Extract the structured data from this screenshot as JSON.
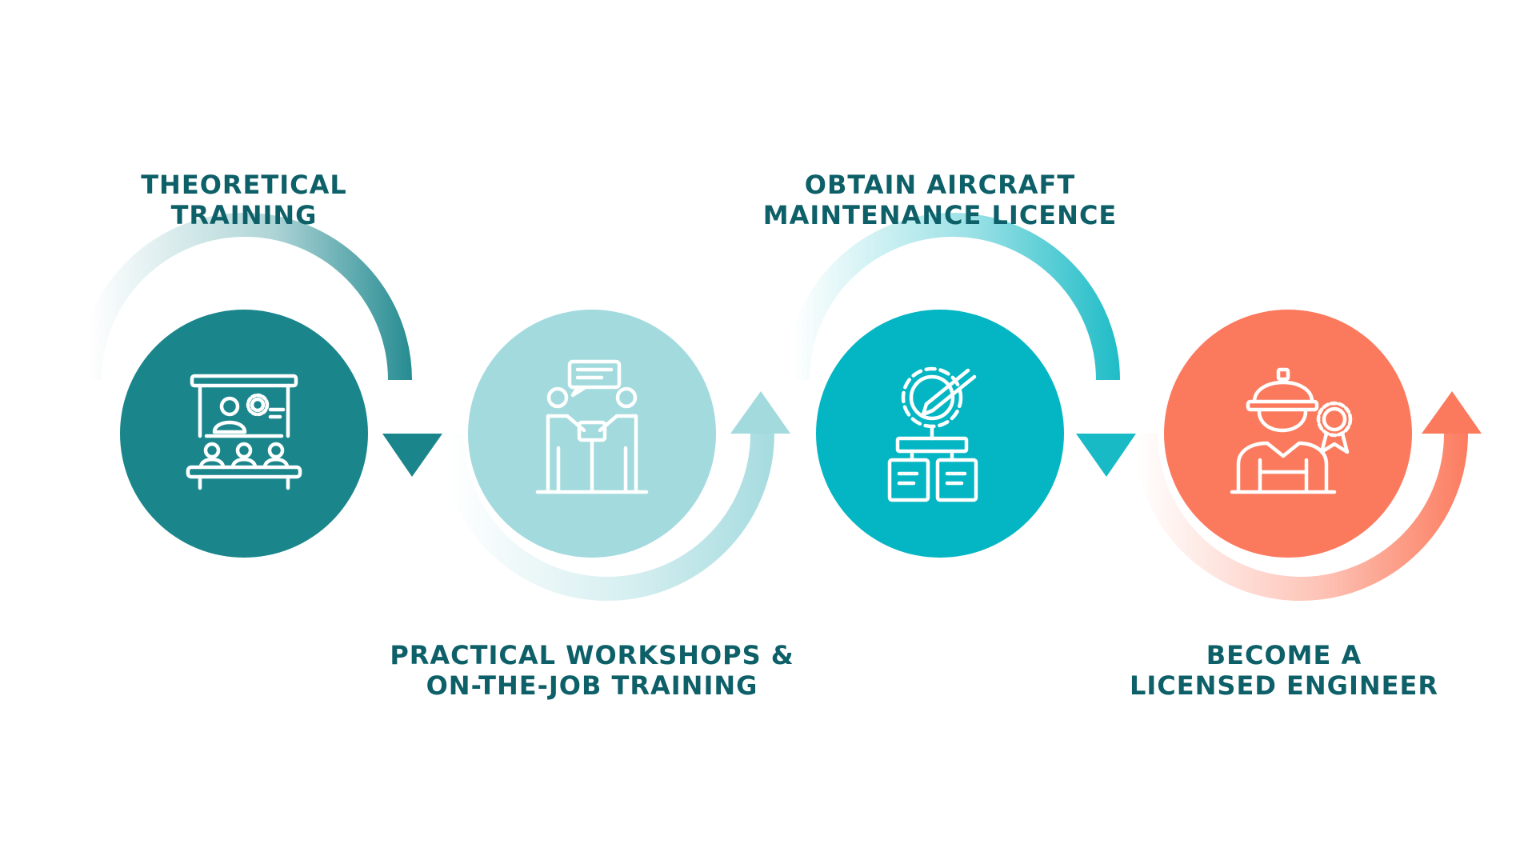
{
  "steps": [
    {
      "line1": "THEORETICAL",
      "line2": "TRAINING",
      "icon": "classroom-icon",
      "color": "#1a868c"
    },
    {
      "line1": "PRACTICAL WORKSHOPS &",
      "line2": "ON-THE-JOB TRAINING",
      "icon": "collaboration-icon",
      "color": "#a2dade"
    },
    {
      "line1": "OBTAIN AIRCRAFT",
      "line2": "MAINTENANCE LICENCE",
      "icon": "gear-documents-icon",
      "color": "#04b6c3"
    },
    {
      "line1": "BECOME A",
      "line2": "LICENSED ENGINEER",
      "icon": "engineer-icon",
      "color": "#fb7a5d"
    }
  ],
  "colors": {
    "text": "#0d5f68",
    "arrow1": "#1a868c",
    "arrow2": "#a2dade",
    "arrow3": "#18bac5",
    "arrow4": "#fb7a5d"
  }
}
